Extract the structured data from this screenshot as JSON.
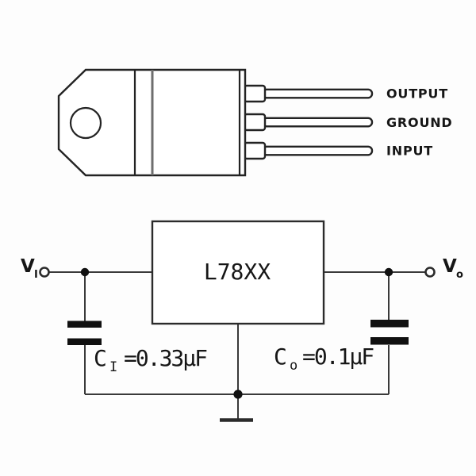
{
  "package_diagram": {
    "pins": [
      {
        "label": "OUTPUT"
      },
      {
        "label": "GROUND"
      },
      {
        "label": "INPUT"
      }
    ]
  },
  "schematic": {
    "regulator_label": "L78XX",
    "input_terminal": {
      "main": "V",
      "sub": "I"
    },
    "output_terminal": {
      "main": "V",
      "sub": "o"
    },
    "input_capacitor": {
      "main": "C",
      "sub": "I",
      "value": "=0.33µF"
    },
    "output_capacitor": {
      "main": "C",
      "sub": "o",
      "value": "=0.1µF"
    }
  },
  "colors": {
    "background": "#fdfdfd",
    "ink": "#232323",
    "wire": "#3a3a3a",
    "divider_gray": "#6e6e6e"
  }
}
